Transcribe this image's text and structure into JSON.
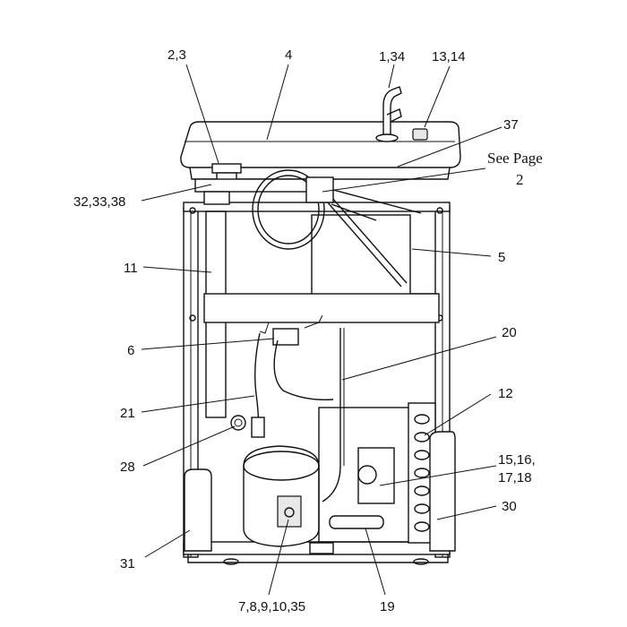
{
  "callouts": [
    {
      "id": "c-2-3",
      "text": "2,3"
    },
    {
      "id": "c-4",
      "text": "4"
    },
    {
      "id": "c-1-34",
      "text": "1,34"
    },
    {
      "id": "c-13-14",
      "text": "13,14"
    },
    {
      "id": "c-37",
      "text": "37"
    },
    {
      "id": "c-see-page-1",
      "text": "See Page"
    },
    {
      "id": "c-see-page-2",
      "text": "2"
    },
    {
      "id": "c-32-33-38",
      "text": "32,33,38"
    },
    {
      "id": "c-11",
      "text": "11"
    },
    {
      "id": "c-5",
      "text": "5"
    },
    {
      "id": "c-6",
      "text": "6"
    },
    {
      "id": "c-20",
      "text": "20"
    },
    {
      "id": "c-12",
      "text": "12"
    },
    {
      "id": "c-21",
      "text": "21"
    },
    {
      "id": "c-15-16",
      "text": "15,16,"
    },
    {
      "id": "c-17-18",
      "text": "17,18"
    },
    {
      "id": "c-28",
      "text": "28"
    },
    {
      "id": "c-30",
      "text": "30"
    },
    {
      "id": "c-31",
      "text": "31"
    },
    {
      "id": "c-7-8-9",
      "text": "7,8,9,10,35"
    },
    {
      "id": "c-19",
      "text": "19"
    }
  ]
}
